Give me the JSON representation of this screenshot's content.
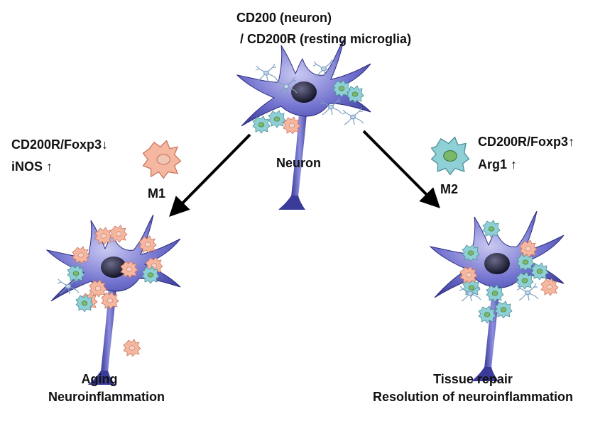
{
  "title": {
    "line1": "CD200 (neuron)",
    "line2": "/ CD200R  (resting microglia)"
  },
  "center_label": "Neuron",
  "left": {
    "marker_line1": "CD200R/Foxp3↓",
    "marker_line2": "iNOS ↑",
    "cell_label": "M1",
    "outcome_line1": "Aging",
    "outcome_line2": "Neuroinflammation"
  },
  "right": {
    "marker_line1": "CD200R/Foxp3↑",
    "marker_line2": "Arg1 ↑",
    "cell_label": "M2",
    "outcome_line1": "Tissue repair",
    "outcome_line2": "Resolution of neuroinflammation"
  },
  "colors": {
    "neuron": "#5b5bc2",
    "nucleus": "#15152e",
    "m1": "#f2a88c",
    "m2": "#8fd0d6",
    "resting": "#a9c6de",
    "arrow": "#000000"
  }
}
